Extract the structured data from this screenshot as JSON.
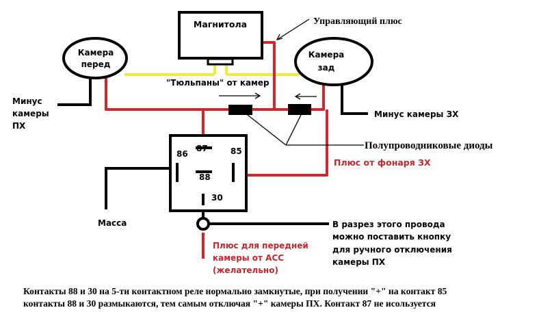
{
  "colors": {
    "black": "#000000",
    "red": "#d7262a",
    "yellow": "#f3ea3a",
    "red_text": "#c8262a"
  },
  "nodes": {
    "head_unit": "Магнитола",
    "front_camera": [
      "Камера",
      "перед"
    ],
    "rear_camera": [
      "Камера",
      "зад"
    ]
  },
  "labels": {
    "control_plus": "Управляющий плюс",
    "tulips": "\"Тюльпаны\" от камер",
    "minus_front": [
      "Минус",
      "камеры",
      "ПХ"
    ],
    "minus_rear": "Минус камеры ЗХ",
    "diodes": "Полупроводниковые диоды",
    "plus_rear_light": "Плюс от фонаря ЗХ",
    "ground": "Масса",
    "acc_plus": [
      "Плюс для передней",
      "камеры от АСС",
      "(желательно)"
    ],
    "button_note": [
      "В разрез этого провода",
      "можно поставить кнопку",
      "для ручного отключения",
      "камеры ПХ"
    ],
    "footer": [
      "Контакты 88 и 30 на 5-ти контактном реле нормально замкнутые, при получении \"+\" на контакт 85",
      "контакты 88 и 30 размыкаются, тем самым отключая \"+\" камеры ПХ. Контакт 87 не исользуется"
    ]
  },
  "relay_pins": {
    "p86": "86",
    "p87": "87",
    "p85": "85",
    "p88": "88",
    "p30": "30"
  }
}
